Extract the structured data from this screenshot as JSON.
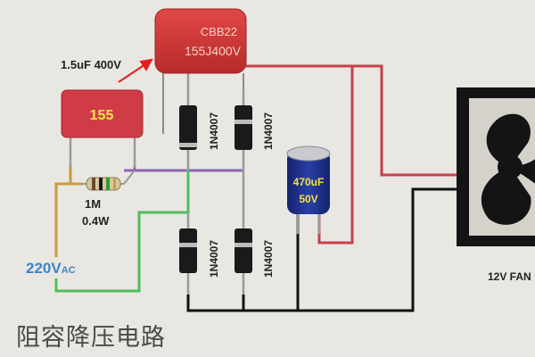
{
  "title": "阻容降压电路",
  "film_cap": {
    "brand": "CBB22",
    "code": "155J400V",
    "rating_label": "1.5uF 400V"
  },
  "red_cap": {
    "code": "155"
  },
  "resistor": {
    "value": "1M",
    "power": "0.4W"
  },
  "diodes": [
    "1N4007",
    "1N4007",
    "1N4007",
    "1N4007"
  ],
  "electrolytic": {
    "capacitance": "470uF",
    "voltage": "50V"
  },
  "ac_input": {
    "main": "220V",
    "suffix": "AC"
  },
  "fan": {
    "label": "12V FAN"
  },
  "colors": {
    "wire_red": "#c8404a",
    "wire_purple": "#8e63b3",
    "wire_green": "#4fbf5a",
    "wire_black": "#111111",
    "wire_orange": "#c99a3a",
    "ac_label": "#3d85c8",
    "film_cap": "#d23a3a",
    "red_cap": "#cf3c46",
    "electrolytic": "#1c2f8a"
  }
}
